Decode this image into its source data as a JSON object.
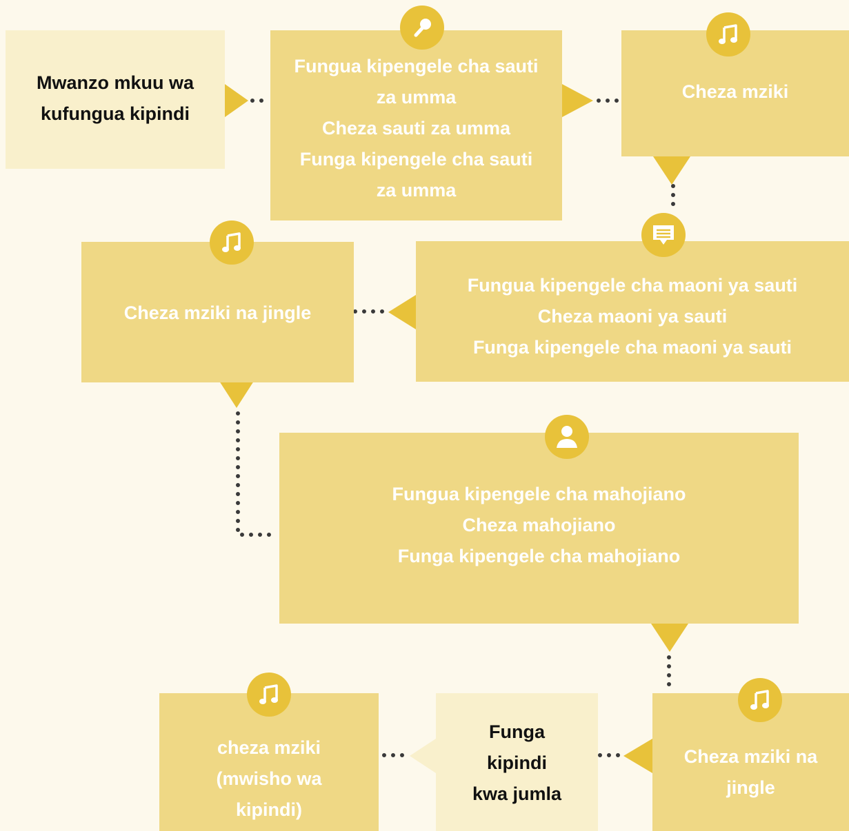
{
  "colors": {
    "page_background": "#fdf9ec",
    "step_fill": "#efd885",
    "terminal_fill": "#f9f0cc",
    "accent": "#e8c23a",
    "connector": "#3a3a3a",
    "step_text": "#ffffff",
    "terminal_text": "#111111"
  },
  "steps": {
    "start": {
      "lines": [
        "Mwanzo mkuu wa",
        "kufungua kipindi"
      ]
    },
    "public_voices": {
      "icon": "microphone-icon",
      "lines": [
        "Fungua kipengele cha sauti",
        "za umma",
        "Cheza sauti za umma",
        "Funga kipengele cha sauti",
        "za umma"
      ]
    },
    "music_1": {
      "icon": "music-note-icon",
      "lines": [
        "Cheza mziki"
      ]
    },
    "comments": {
      "icon": "speech-bubble-icon",
      "lines": [
        "Fungua kipengele cha maoni ya sauti",
        "Cheza maoni ya sauti",
        "Funga kipengele cha maoni ya sauti"
      ]
    },
    "music_jingle_1": {
      "icon": "music-note-icon",
      "lines": [
        "Cheza mziki na jingle"
      ]
    },
    "interview": {
      "icon": "person-icon",
      "lines": [
        "Fungua kipengele cha mahojiano",
        "Cheza mahojiano",
        "Funga kipengele cha mahojiano"
      ]
    },
    "music_jingle_2": {
      "icon": "music-note-icon",
      "lines": [
        "Cheza mziki na",
        "jingle"
      ]
    },
    "close": {
      "lines": [
        "Funga",
        "kipindi",
        "kwa jumla"
      ]
    },
    "music_end": {
      "icon": "music-note-icon",
      "lines": [
        "cheza mziki",
        "(mwisho wa",
        "kipindi)"
      ]
    }
  }
}
